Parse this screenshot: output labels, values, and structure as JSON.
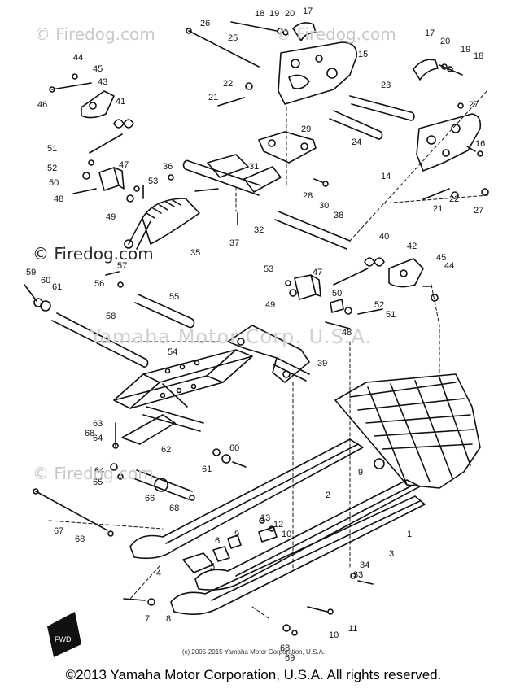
{
  "watermarks": {
    "top_left": "© Firedog.com",
    "top_right": "© Firedog.com",
    "mid_left": "© Firedog.com",
    "center": "Yamaha Motor Corp. U.S.A.",
    "lower_left": "© Firedog.com"
  },
  "copyright_small": "(c) 2005-2015 Yamaha Motor Corporation, U.S.A.",
  "copyright_footer": "©2013 Yamaha Motor Corporation, U.S.A. All rights reserved.",
  "fwd_label": "FWD",
  "part_numbers": [
    "1",
    "2",
    "3",
    "4",
    "5",
    "6",
    "7",
    "8",
    "9",
    "10",
    "11",
    "12",
    "13",
    "14",
    "15",
    "16",
    "17",
    "18",
    "19",
    "20",
    "21",
    "22",
    "23",
    "24",
    "25",
    "26",
    "27",
    "28",
    "29",
    "30",
    "31",
    "32",
    "33",
    "34",
    "35",
    "36",
    "37",
    "38",
    "39",
    "40",
    "41",
    "42",
    "43",
    "44",
    "45",
    "46",
    "47",
    "48",
    "49",
    "50",
    "51",
    "52",
    "53",
    "54",
    "55",
    "56",
    "57",
    "58",
    "59",
    "60",
    "61",
    "62",
    "63",
    "64",
    "65",
    "66",
    "67",
    "68",
    "69"
  ]
}
